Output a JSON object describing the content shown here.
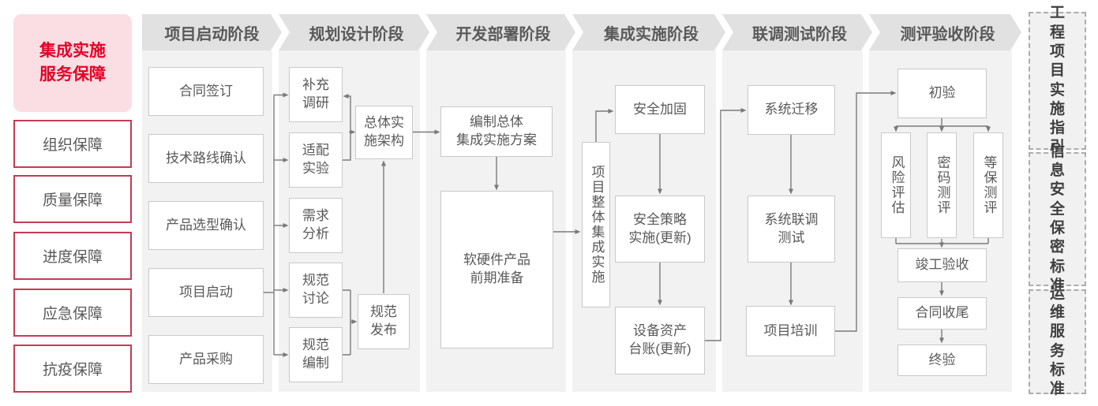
{
  "left_panel": {
    "title": "集成实施\n服务保障",
    "guarantees": [
      "组织保障",
      "质量保障",
      "进度保障",
      "应急保障",
      "抗疫保障"
    ]
  },
  "phases": [
    {
      "header": "项目启动阶段",
      "steps": [
        "合同签订",
        "技术路线确认",
        "产品选型确认",
        "项目启动",
        "产品采购"
      ]
    },
    {
      "header": "规划设计阶段",
      "steps": [
        "补充\n调研",
        "适配\n实验",
        "需求\n分析",
        "规范\n讨论",
        "规范\n编制",
        "总体实\n施架构",
        "规范\n发布"
      ]
    },
    {
      "header": "开发部署阶段",
      "steps": [
        "编制总体\n集成实施方案",
        "软硬件产品\n前期准备"
      ]
    },
    {
      "header": "集成实施阶段",
      "steps": [
        "项目整体集成实施",
        "安全加固",
        "安全策略\n实施(更新)",
        "设备资产\n台账(更新)"
      ]
    },
    {
      "header": "联调测试阶段",
      "steps": [
        "系统迁移",
        "系统联调\n测试",
        "项目培训"
      ]
    },
    {
      "header": "测评验收阶段",
      "steps": [
        "初验",
        "风险评估",
        "密码测评",
        "等保测评",
        "竣工验收",
        "合同收尾",
        "终验"
      ]
    }
  ],
  "right_panel": {
    "standards": [
      "工程项目实施指引",
      "信息安全保密标准",
      "运维服务标准"
    ]
  },
  "colors": {
    "accent_red": "#e60027",
    "pink_bg": "#fadee3",
    "red_border": "#c43b55",
    "banner_bg": "#e1e1e1",
    "column_bg": "#f2f2f2",
    "box_border": "#c9c9c9",
    "text_gray": "#595959",
    "line_gray": "#7a7a7a"
  }
}
